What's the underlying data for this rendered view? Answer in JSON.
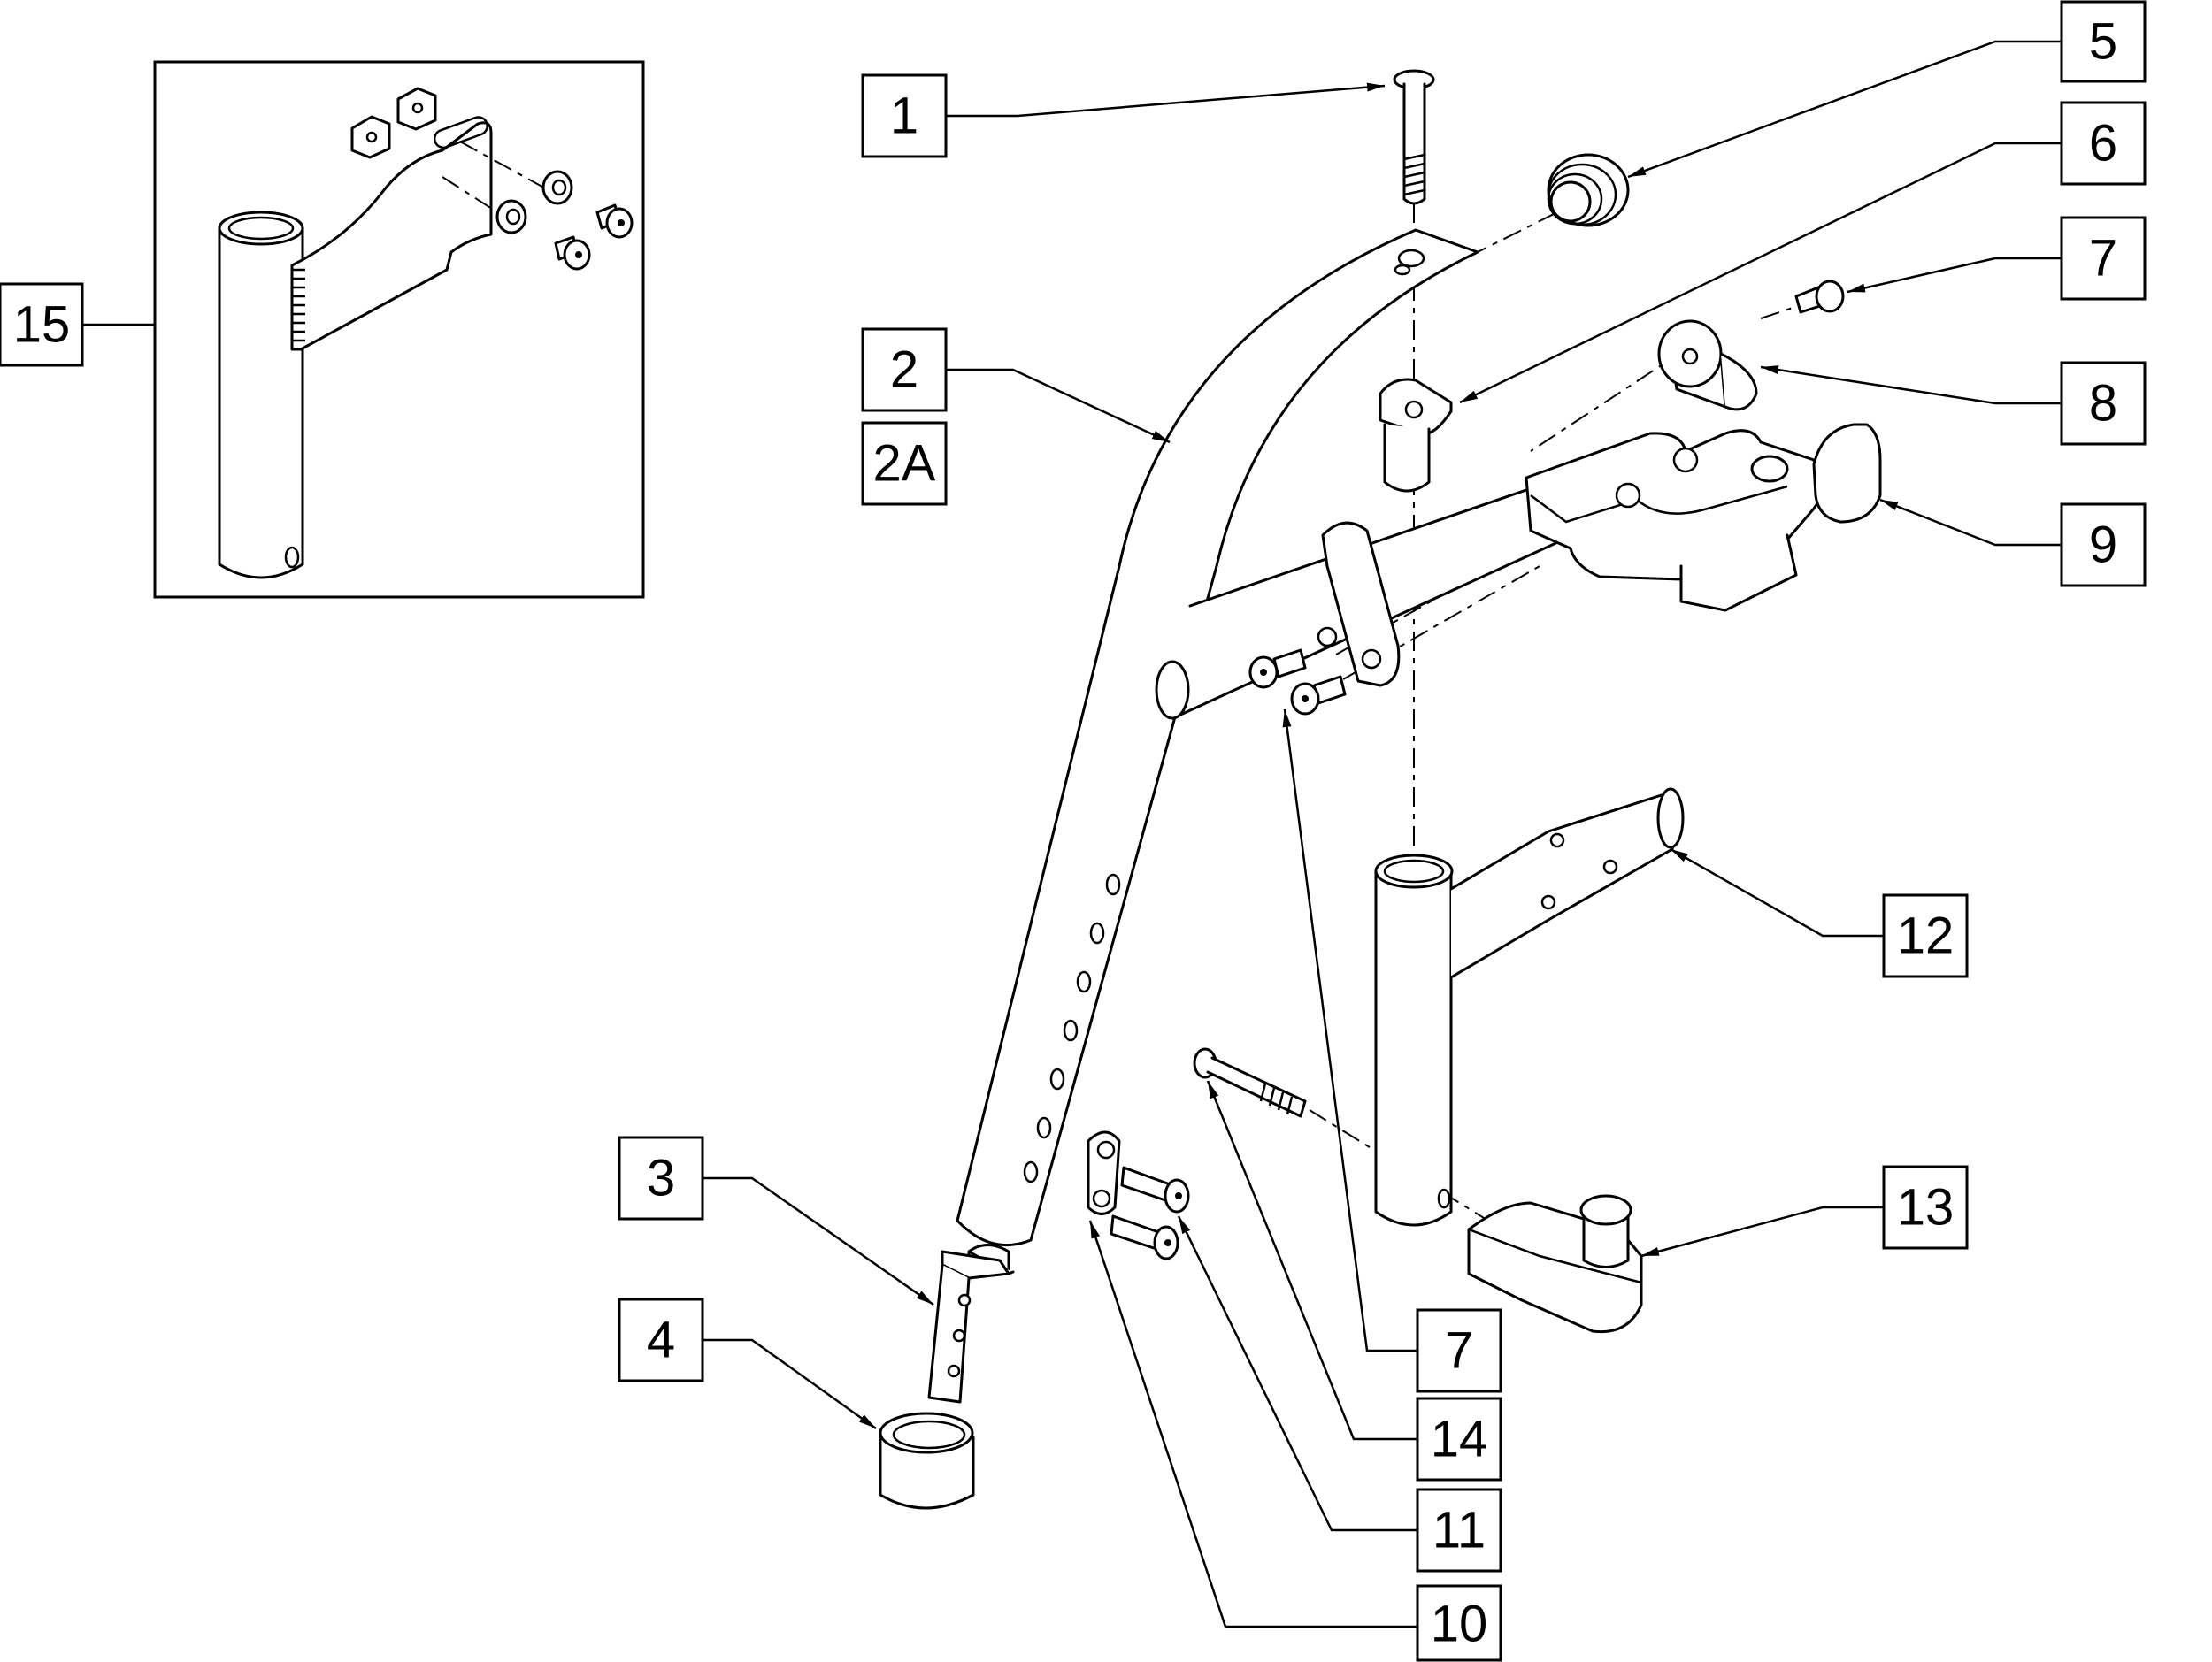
{
  "diagram": {
    "callouts": [
      {
        "id": "1",
        "label": "1"
      },
      {
        "id": "2",
        "label": "2"
      },
      {
        "id": "2A",
        "label": "2A"
      },
      {
        "id": "3",
        "label": "3"
      },
      {
        "id": "4",
        "label": "4"
      },
      {
        "id": "5",
        "label": "5"
      },
      {
        "id": "6",
        "label": "6"
      },
      {
        "id": "7a",
        "label": "7"
      },
      {
        "id": "8",
        "label": "8"
      },
      {
        "id": "9",
        "label": "9"
      },
      {
        "id": "7b",
        "label": "7"
      },
      {
        "id": "10",
        "label": "10"
      },
      {
        "id": "11",
        "label": "11"
      },
      {
        "id": "12",
        "label": "12"
      },
      {
        "id": "13",
        "label": "13"
      },
      {
        "id": "14",
        "label": "14"
      },
      {
        "id": "15",
        "label": "15"
      }
    ]
  }
}
